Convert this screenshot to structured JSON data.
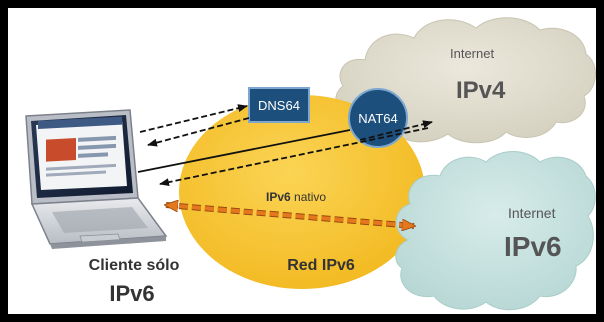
{
  "labels": {
    "internet_top": "Internet",
    "ipv4": "IPv4",
    "internet_bottom": "Internet",
    "ipv6_cloud": "IPv6",
    "dns64": "DNS64",
    "nat64": "NAT64",
    "ipv6_nativo_bold": "IPv6",
    "ipv6_nativo_rest": " nativo",
    "red_ipv6": "Red IPv6",
    "client_line1": "Cliente sólo",
    "client_line2": "IPv6"
  },
  "colors": {
    "cloud_ipv4": "#dedbcc",
    "cloud_ipv6": "#c6e1df",
    "ipv6_network": "#f8c52f",
    "dns64_box": "#1d4f7c",
    "nat64_circle": "#1d4f7c",
    "native_arrow": "#e4781e",
    "frame": "#000000"
  },
  "icons": {
    "client_device": "laptop-icon"
  }
}
